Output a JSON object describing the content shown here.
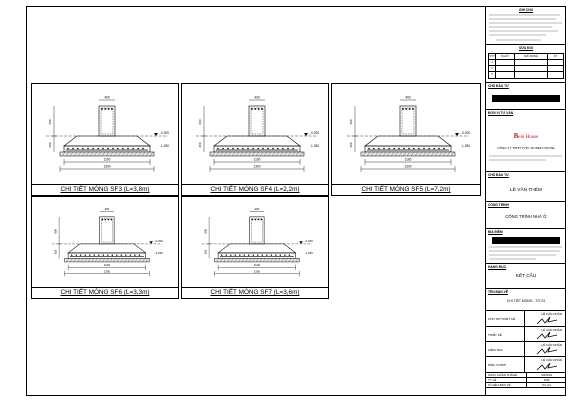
{
  "drawing": {
    "details": [
      {
        "id": "sf3",
        "caption": "CHI TIẾT MÓNG SF3 (L=3,8m)"
      },
      {
        "id": "sf4",
        "caption": "CHI TIẾT MÓNG SF4 (L=2,2m)"
      },
      {
        "id": "sf5",
        "caption": "CHI TIẾT MÓNG SF5 (L=7,2m)"
      },
      {
        "id": "sf6",
        "caption": "CHI TIẾT MÓNG SF6 (L=3,3m)"
      },
      {
        "id": "sf7",
        "caption": "CHI TIẾT MÓNG SF7 (L=3,6m)"
      }
    ],
    "dims": {
      "column_width": "400",
      "base_width": "1100",
      "total_width": "1300",
      "height_1": "350",
      "height_2": "600",
      "level": "-0.200",
      "level_2": "-1.250"
    }
  },
  "title_block": {
    "notes_header": "GHI CHÚ",
    "revision_header": "SỬA ĐỔI",
    "revision_cols": [
      "STT",
      "NGÀY",
      "NỘI DUNG",
      "KÝ"
    ],
    "revision_rows": [
      "1",
      "2",
      "3"
    ],
    "owner_header": "CHỦ ĐẦU TƯ",
    "designer_header": "ĐƠN VỊ TƯ VẤN",
    "logo_b": "B",
    "logo_rest": "ein House",
    "company_name": "CÔNG TY TNHH TVTK XD BEIN HOUSE",
    "investor_header": "CHỦ ĐẦU TƯ",
    "investor_name": "LÊ VĂN THÊM",
    "project_header": "CÔNG TRÌNH",
    "project_name": "CÔNG TRÌNH NHÀ Ở",
    "location_header": "ĐỊA ĐIỂM",
    "category_header": "HẠNG MỤC",
    "category_name": "KẾT CẤU",
    "drawing_header": "TÊN BẢN VẼ",
    "drawing_name": "CHI TIẾT MÓNG - TỜ 03",
    "signatures": [
      {
        "label": "CHỦ TRÌ THIẾT KẾ",
        "name": "LÊ VĂN NHÂN"
      },
      {
        "label": "THIẾT KẾ",
        "name": "LÊ VĂN NHÂN"
      },
      {
        "label": "KIỂM TRA",
        "name": "LÊ VĂN NHÂN"
      },
      {
        "label": "HIỆU CHỈNH",
        "name": "LÊ VĂN NHÂN"
      }
    ],
    "meta": [
      {
        "key": "NGÀY HOÀN THÀNH",
        "value": "10/2019"
      },
      {
        "key": "TỶ LỆ",
        "value": "1/50"
      },
      {
        "key": "KÍ HIỆU BẢN VẼ",
        "value": "KC-24"
      }
    ]
  }
}
